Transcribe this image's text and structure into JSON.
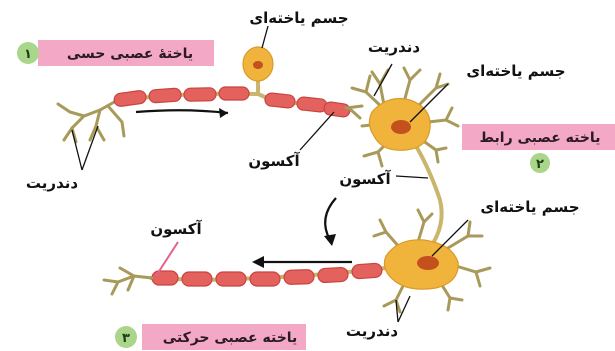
{
  "colors": {
    "tag_bg": "#f3a8c6",
    "number_badge": "#a9d68a",
    "myelin": "#e3625e",
    "myelin_edge": "#c9433f",
    "axon": "#c9b56b",
    "cell_body": "#f0b43c",
    "nucleus": "#c4501e",
    "dendrite": "#a89a5a",
    "pointer_line": "#111111",
    "motor_axon_end": "#e6608c"
  },
  "neurons": {
    "sensory": {
      "name": "یاختهٔ عصبی حسی",
      "number": "۱"
    },
    "interneuron": {
      "name": "یاخته عصبی رابط",
      "number": "۲"
    },
    "motor": {
      "name": "یاخته عصبی حرکتی",
      "number": "۳"
    }
  },
  "labels": {
    "cell_body_top": "جسم یاخته‌ای",
    "dendrite_top": "دندریت",
    "cell_body_right": "جسم یاخته‌ای",
    "axon_middle": "آکسون",
    "dendrite_left": "دندریت",
    "axon_right": "آکسون",
    "cell_body_lower": "جسم یاخته‌ای",
    "axon_left": "آکسون",
    "dendrite_bottom": "دندریت"
  },
  "icons": {
    "arrow_top": "right-arrow-icon",
    "arrow_curved": "curved-down-arrow-icon",
    "arrow_bottom": "left-arrow-icon"
  }
}
